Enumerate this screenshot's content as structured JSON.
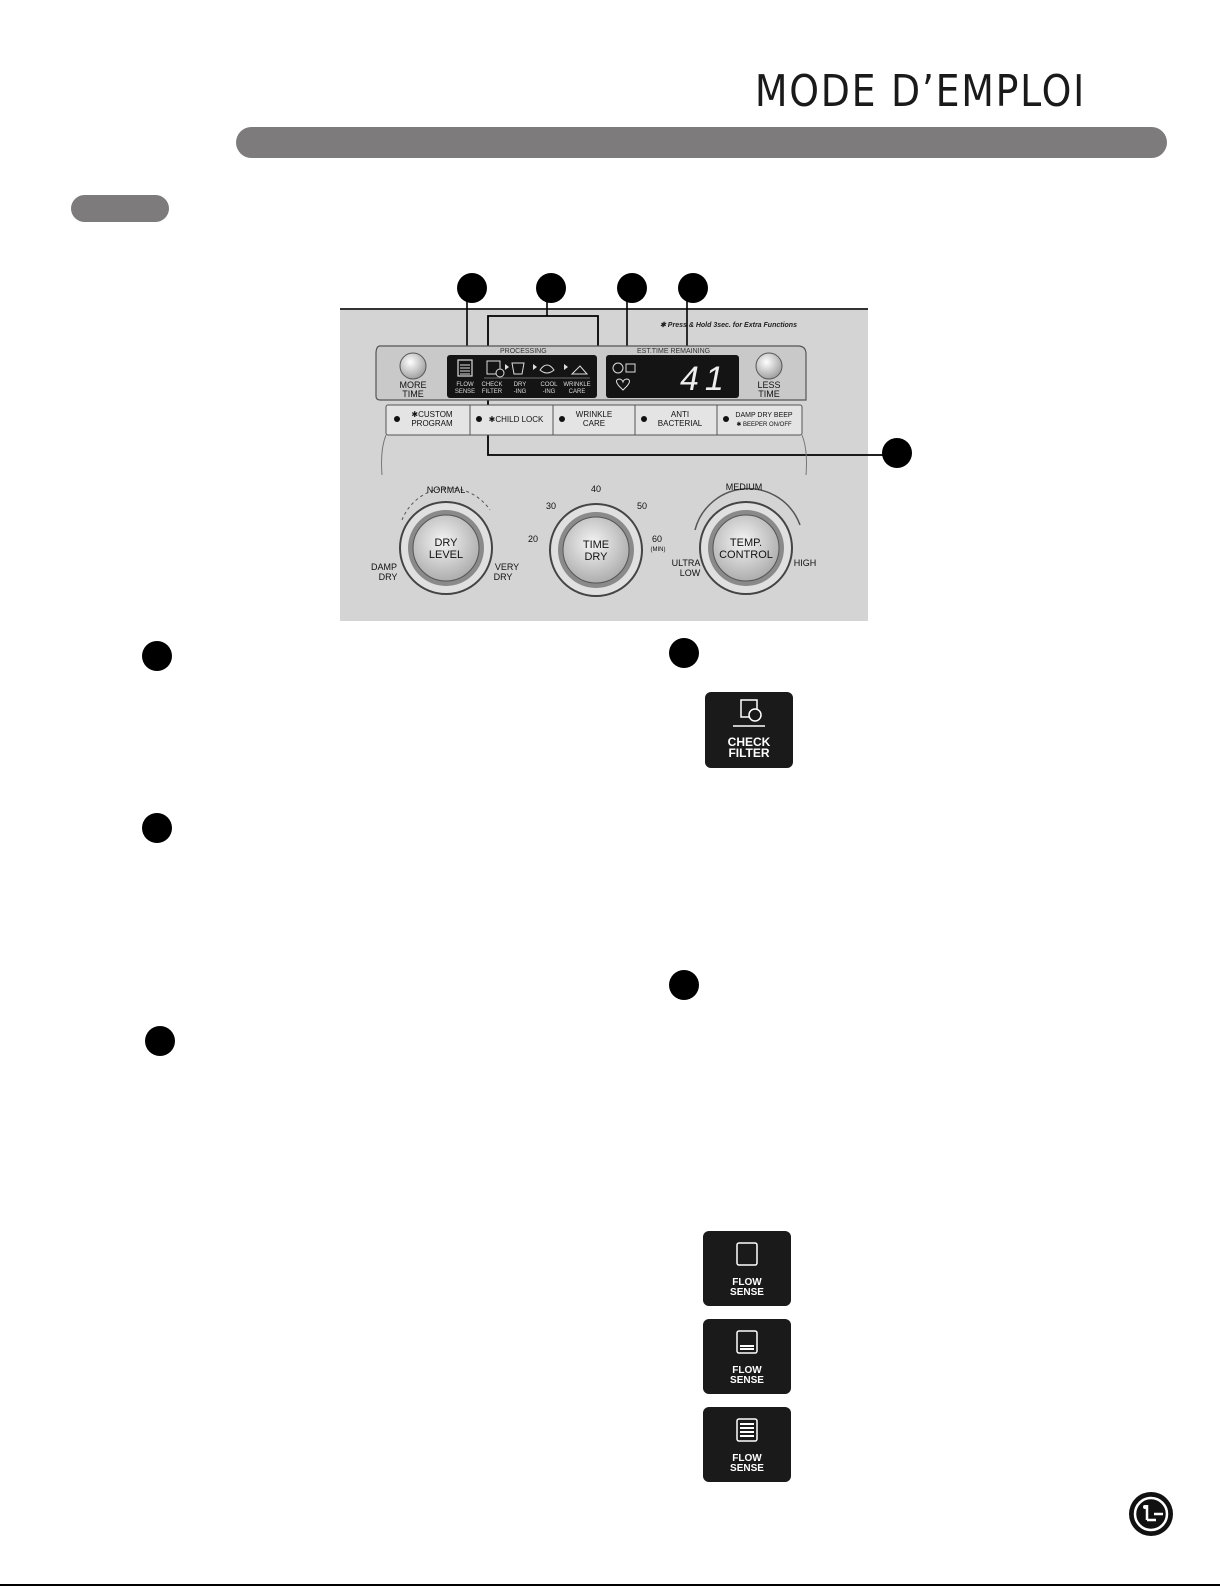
{
  "header": {
    "title": "MODE D’EMPLOI"
  },
  "panel": {
    "note": "✱ Press & Hold 3sec. for Extra Functions",
    "processing_label": "PROCESSING",
    "est_time_label": "EST.TIME REMAINING",
    "time_value": "41",
    "more_time": [
      "MORE",
      "TIME"
    ],
    "less_time": [
      "LESS",
      "TIME"
    ],
    "status_labels": [
      [
        "FLOW",
        "SENSE"
      ],
      [
        "CHECK",
        "FILTER"
      ],
      [
        "DRY",
        "-ING"
      ],
      [
        "COOL",
        "-ING"
      ],
      [
        "WRINKLE",
        "CARE"
      ]
    ],
    "option_buttons": [
      [
        "✱CUSTOM",
        "PROGRAM"
      ],
      [
        "✱CHILD LOCK",
        ""
      ],
      [
        "WRINKLE",
        "CARE"
      ],
      [
        "ANTI",
        "BACTERIAL"
      ],
      [
        "DAMP DRY BEEP",
        "✱ BEEPER ON/OFF"
      ]
    ],
    "dry_level": {
      "knob": [
        "DRY",
        "LEVEL"
      ],
      "top": "NORMAL",
      "left": [
        "DAMP",
        "DRY"
      ],
      "right": [
        "VERY",
        "DRY"
      ]
    },
    "time_dry": {
      "knob": [
        "TIME",
        "DRY"
      ],
      "marks": [
        "40",
        "30",
        "50",
        "20",
        "60"
      ],
      "unit": "(MIN)"
    },
    "temp_control": {
      "knob": [
        "TEMP.",
        "CONTROL"
      ],
      "top": "MEDIUM",
      "left": [
        "ULTRA",
        "LOW"
      ],
      "right": "HIGH"
    }
  },
  "tiles": {
    "check_filter": [
      "CHECK",
      "FILTER"
    ],
    "flow_sense": [
      "FLOW",
      "SENSE"
    ]
  }
}
